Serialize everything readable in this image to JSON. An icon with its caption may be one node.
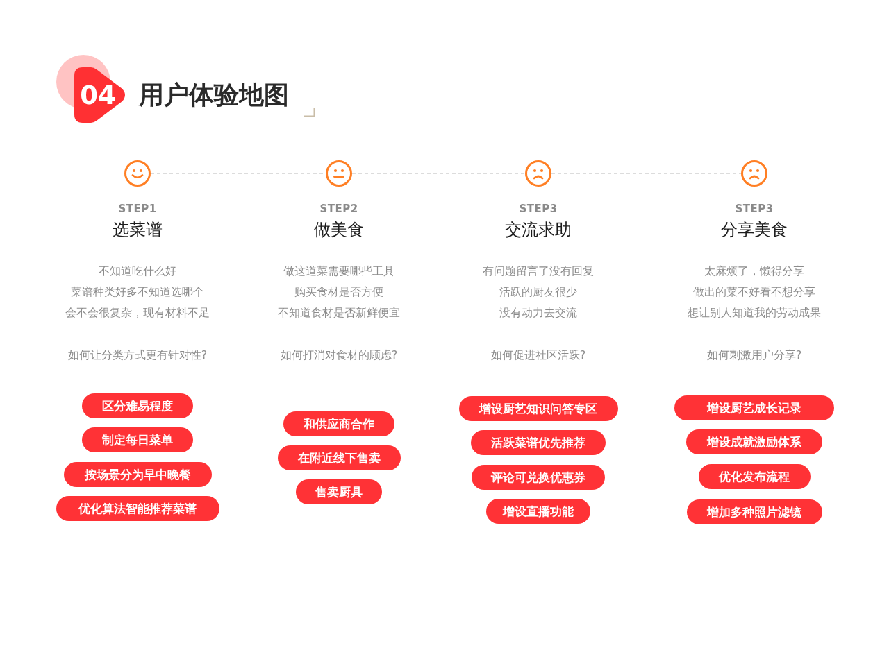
{
  "diagram": {
    "title": "用户体验地图",
    "nodes": [
      {
        "text": [],
        "shape": "circle",
        "beside": [
          "STEP1",
          "选菜谱"
        ]
      },
      {
        "text": [],
        "shape": "circle",
        "beside": [
          "STEP2",
          "做美食"
        ]
      },
      {
        "text": [],
        "shape": "circle",
        "beside": [
          "STEP3",
          "交流求助"
        ]
      },
      {
        "text": [],
        "shape": "circle",
        "beside": [
          "STEP3",
          "分享美食"
        ]
      },
      {
        "text": [
          "区分难易程度"
        ]
      },
      {
        "text": [
          "制定每日菜单"
        ]
      },
      {
        "text": [
          "按场景分为早中晚餐"
        ]
      },
      {
        "text": [
          "优化算法智能推荐菜谱"
        ]
      },
      {
        "text": [
          "和供应商合作"
        ]
      },
      {
        "text": [
          "在附近线下售卖"
        ]
      },
      {
        "text": [
          "售卖厨具"
        ]
      },
      {
        "text": [
          "增设厨艺知识问答专区"
        ]
      },
      {
        "text": [
          "活跃菜谱优先推荐"
        ]
      },
      {
        "text": [
          "评论可兑换优惠券"
        ]
      },
      {
        "text": [
          "增设直播功能"
        ]
      },
      {
        "text": [
          "增设厨艺成长记录"
        ]
      },
      {
        "text": [
          "增设成就激励体系"
        ]
      },
      {
        "text": [
          "优化发布流程"
        ]
      },
      {
        "text": [
          "增加多种照片滤镜"
        ]
      }
    ],
    "edges": [
      {
        "from": 0,
        "to": 1,
        "arrow": "none",
        "style": "dashed"
      },
      {
        "from": 1,
        "to": 2,
        "arrow": "none",
        "style": "dashed"
      },
      {
        "from": 2,
        "to": 3,
        "arrow": "none",
        "style": "dashed"
      }
    ],
    "labels": [
      "04",
      "不知道吃什么好",
      "菜谱种类好多不知道选哪个",
      "会不会很复杂，现有材料不足",
      "如何让分类方式更有针对性?",
      "做这道菜需要哪些工具",
      "购买食材是否方便",
      "不知道食材是否新鲜便宜",
      "如何打消对食材的顾虑?",
      "有问题留言了没有回复",
      "活跃的厨友很少",
      "没有动力去交流",
      "如何促进社区活跃?",
      "太麻烦了，懒得分享",
      "做出的菜不好看不想分享",
      "想让别人知道我的劳动成果",
      "如何刺激用户分享?"
    ]
  }
}
